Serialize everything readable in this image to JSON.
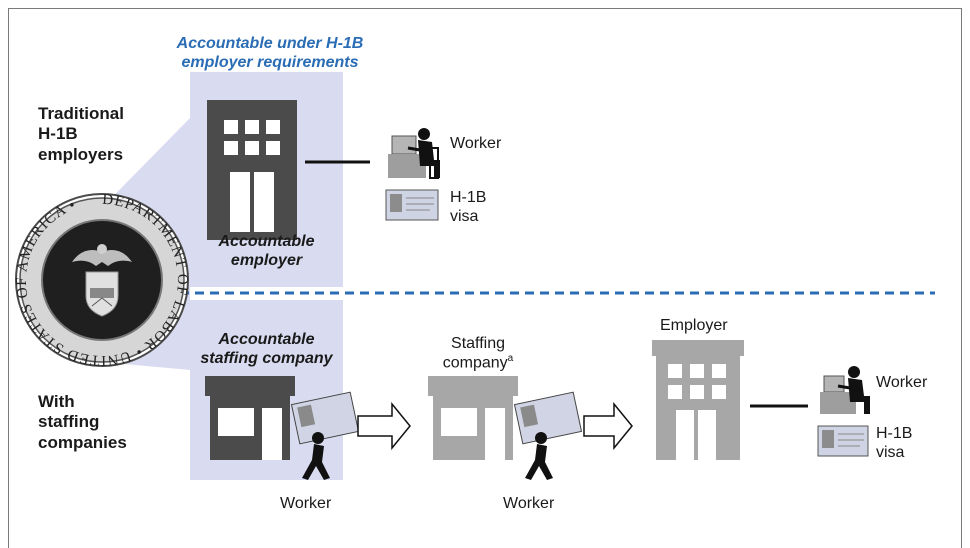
{
  "accountable_heading": [
    "Accountable under H-1B",
    "employer requirements"
  ],
  "rows": {
    "traditional": {
      "label": [
        "Traditional",
        "H-1B",
        "employers"
      ],
      "employer_caption": [
        "Accountable",
        "employer"
      ],
      "worker_label": "Worker",
      "visa_label": [
        "H-1B",
        "visa"
      ]
    },
    "staffing": {
      "label": [
        "With",
        "staffing",
        "companies"
      ],
      "staffing_caption": [
        "Accountable",
        "staffing company"
      ],
      "worker1_label": "Worker",
      "staffing_company_label": [
        "Staffing",
        "company"
      ],
      "staffing_company_footnote": "a",
      "worker2_label": "Worker",
      "employer_label": "Employer",
      "worker3_label": "Worker",
      "visa_label": [
        "H-1B",
        "visa"
      ]
    }
  },
  "seal": {
    "text": "DEPARTMENT OF LABOR • UNITED STATES OF AMERICA •"
  },
  "colors": {
    "highlight": "#d9dcf0",
    "dark_building": "#4b4b4b",
    "light_building": "#a7a7a7",
    "divider": "#2a6db4",
    "accent_text": "#2a6db4"
  }
}
